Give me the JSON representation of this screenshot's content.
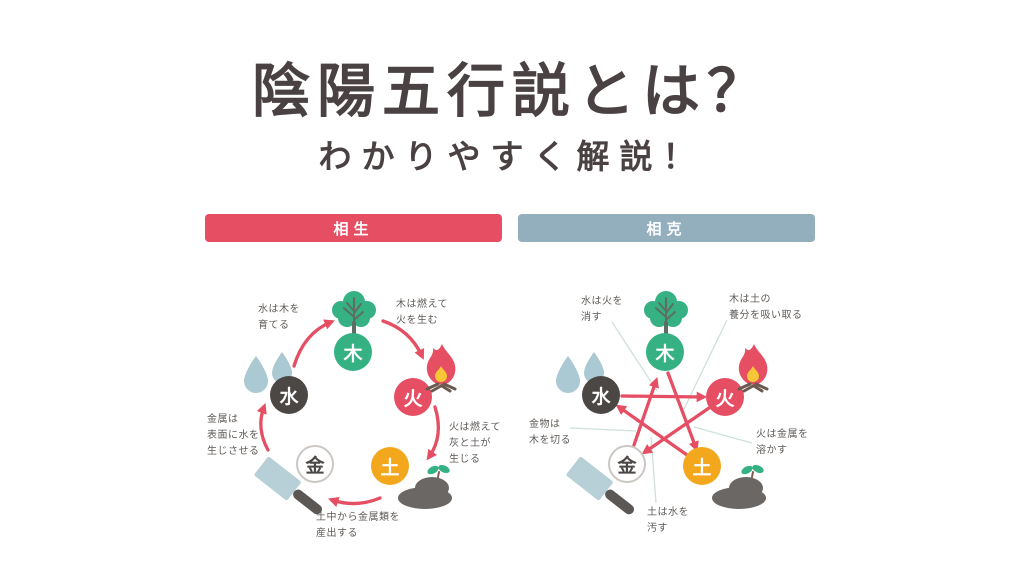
{
  "title": "陰陽五行説とは？",
  "subtitle": "わかりやすく解説！",
  "colors": {
    "accent_red": "#e54e63",
    "accent_blue": "#93afbe",
    "wood_green": "#35b184",
    "earth_orange": "#f3a71c",
    "water_dark": "#4b4745",
    "drop_blue": "#abc9d2",
    "title_ink": "#4a4142",
    "label_ink": "#5f5b57"
  },
  "elements": {
    "wood": {
      "char": "木"
    },
    "fire": {
      "char": "火"
    },
    "earth": {
      "char": "土"
    },
    "metal": {
      "char": "金"
    },
    "water": {
      "char": "水"
    }
  },
  "sousei": {
    "header": "相生",
    "labels": {
      "water_to_wood": "水は木を\n育てる",
      "wood_to_fire": "木は燃えて\n火を生む",
      "fire_to_earth": "火は燃えて\n灰と土が\n生じる",
      "earth_to_metal": "土中から金属類を\n産出する",
      "metal_to_water": "金属は\n表面に水を\n生じさせる"
    }
  },
  "soukoku": {
    "header": "相克",
    "labels": {
      "water_to_fire": "水は火を\n消す",
      "wood_to_earth": "木は土の\n養分を吸い取る",
      "fire_to_metal": "火は金属を\n溶かす",
      "metal_to_wood": "金物は\n木を切る",
      "earth_to_water": "土は水を\n汚す"
    }
  }
}
